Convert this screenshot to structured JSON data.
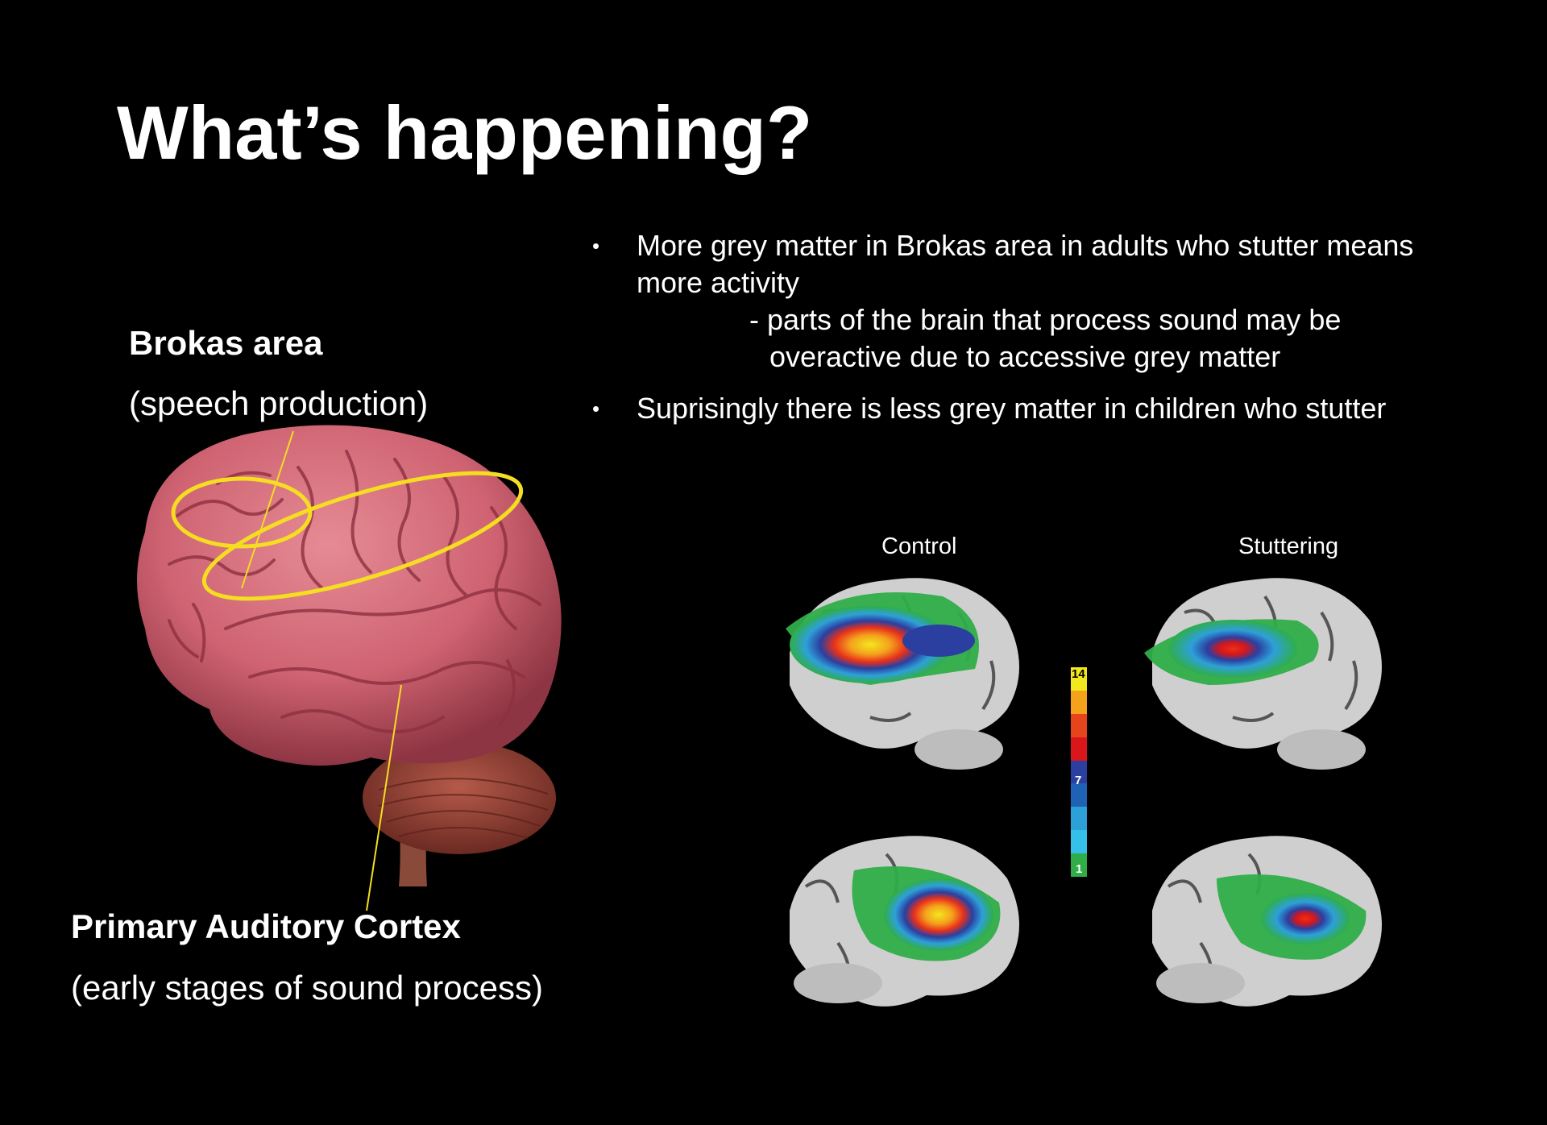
{
  "title": "What’s happening?",
  "brain_labels": {
    "brokas_name": "Brokas area",
    "brokas_desc": "(speech production)",
    "auditory_name": "Primary Auditory Cortex",
    "auditory_desc": "(early stages of sound process)"
  },
  "bullets": [
    {
      "lines": [
        "More grey matter in Brokas area in adults who stutter means",
        "more activity"
      ],
      "sub_lines": [
        "- parts of the brain that process sound may be",
        "overactive due to accessive grey matter"
      ]
    },
    {
      "lines": [
        "Suprisingly there is less grey matter in children who stutter"
      ]
    }
  ],
  "bullet_glyph": "•",
  "scans": {
    "control_caption": "Control",
    "stuttering_caption": "Stuttering"
  },
  "colorbar": {
    "ticks": [
      "14",
      "7",
      "1"
    ],
    "colors": [
      "#f3e71d",
      "#f4a11c",
      "#e8441b",
      "#d9161a",
      "#2b3fa0",
      "#1f61b5",
      "#2ea0d8",
      "#34c0e8",
      "#2fae48"
    ]
  },
  "colors": {
    "background": "#000000",
    "text": "#ffffff",
    "highlight": "#f5dd22",
    "brain": "#d86f7b"
  }
}
